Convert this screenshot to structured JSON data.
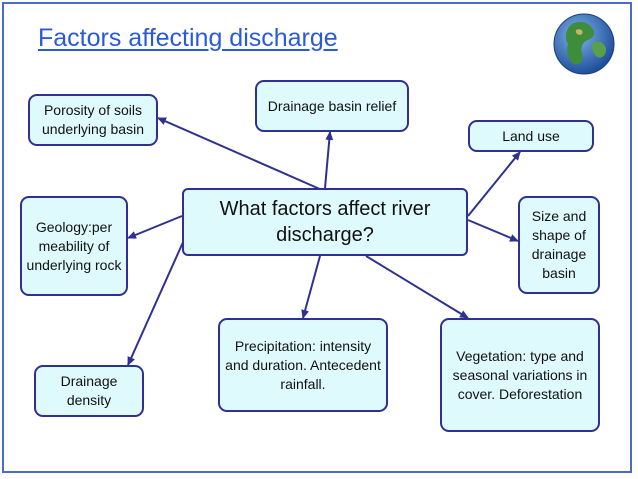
{
  "title": "Factors affecting discharge",
  "center": "What factors affect river discharge?",
  "nodes": {
    "porosity": "Porosity of soils underlying basin",
    "relief": "Drainage basin relief",
    "land_use": "Land use",
    "geology": "Geology:per meability of underlying rock",
    "size_shape": "Size and shape of drainage basin",
    "drainage_density": "Drainage density",
    "precipitation": "Precipitation: intensity and duration. Antecedent rainfall.",
    "vegetation": "Vegetation: type and seasonal variations in cover. Deforestation"
  },
  "colors": {
    "node_fill": "#dffafd",
    "node_border": "#2e3192",
    "arrow": "#2e3192",
    "title": "#2a5bd7",
    "frame": "#4a6cc8"
  },
  "icons": {
    "corner_image": "globe-icon"
  }
}
